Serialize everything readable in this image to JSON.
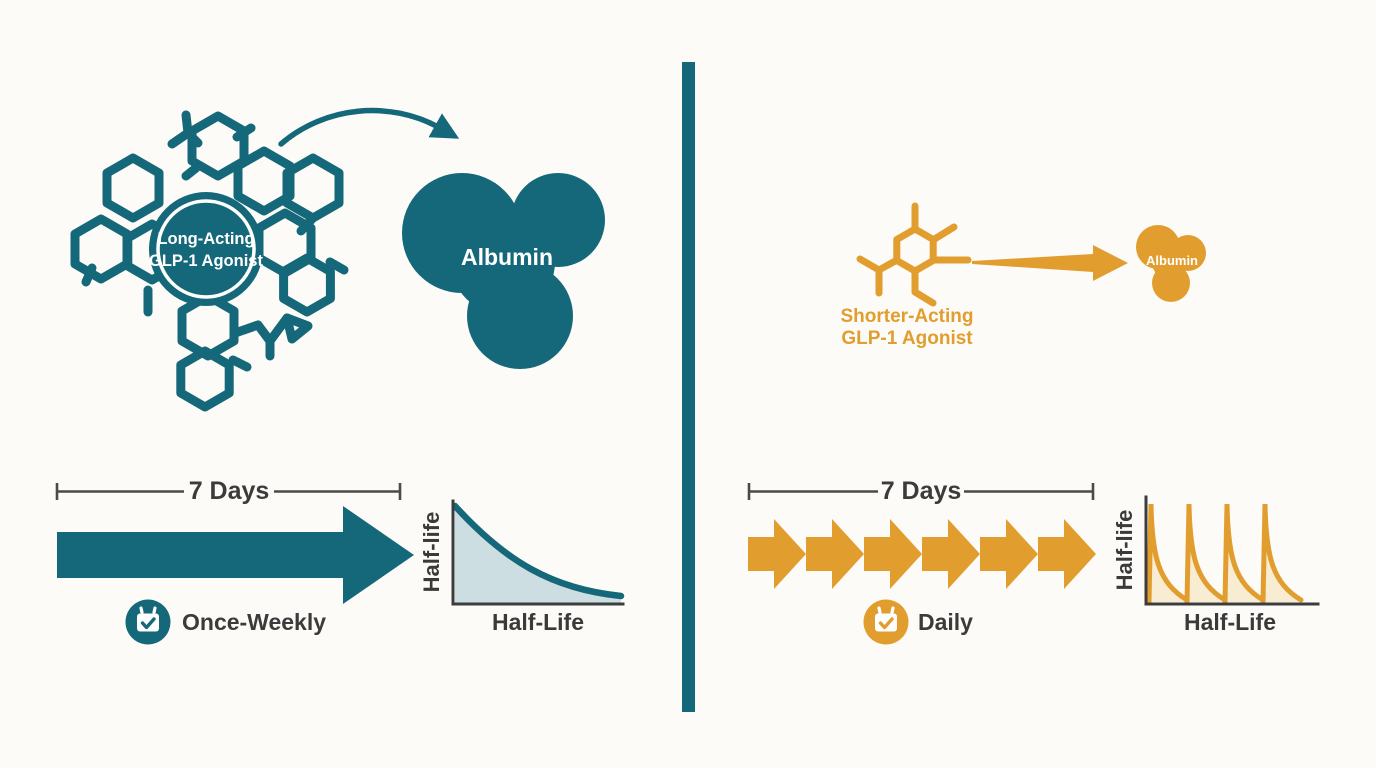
{
  "palette": {
    "teal": "#15687A",
    "orange": "#E19E2F",
    "teal_fill": "#CCDEE1",
    "orange_fill": "#F8ECD2",
    "axis": "#3C3C3C",
    "bracket": "#4A4A4A",
    "text_dark": "#3B3B3B",
    "background": "#FDFBF7"
  },
  "left_panel": {
    "molecule_label": {
      "line1": "Long-Acting",
      "line2": "GLP-1 Agonist"
    },
    "albumin_label": "Albumin",
    "duration_label": "7 Days",
    "frequency_label": "Once-Weekly",
    "frequency_icon": "calendar-check-icon",
    "graph": {
      "y_axis_label": "Half-life",
      "x_axis_label": "Half-Life",
      "curve": "single-exponential-decay",
      "peaks": 1
    }
  },
  "right_panel": {
    "molecule_label": {
      "line1": "Shorter-Acting",
      "line2": "GLP-1 Agonist"
    },
    "albumin_label": "Albumin",
    "duration_label": "7 Days",
    "frequency_label": "Daily",
    "frequency_icon": "calendar-check-icon",
    "daily_arrow_count": 6,
    "graph": {
      "y_axis_label": "Half-life",
      "x_axis_label": "Half-Life",
      "curve": "repeated-spike-decay",
      "peaks": 4
    }
  }
}
